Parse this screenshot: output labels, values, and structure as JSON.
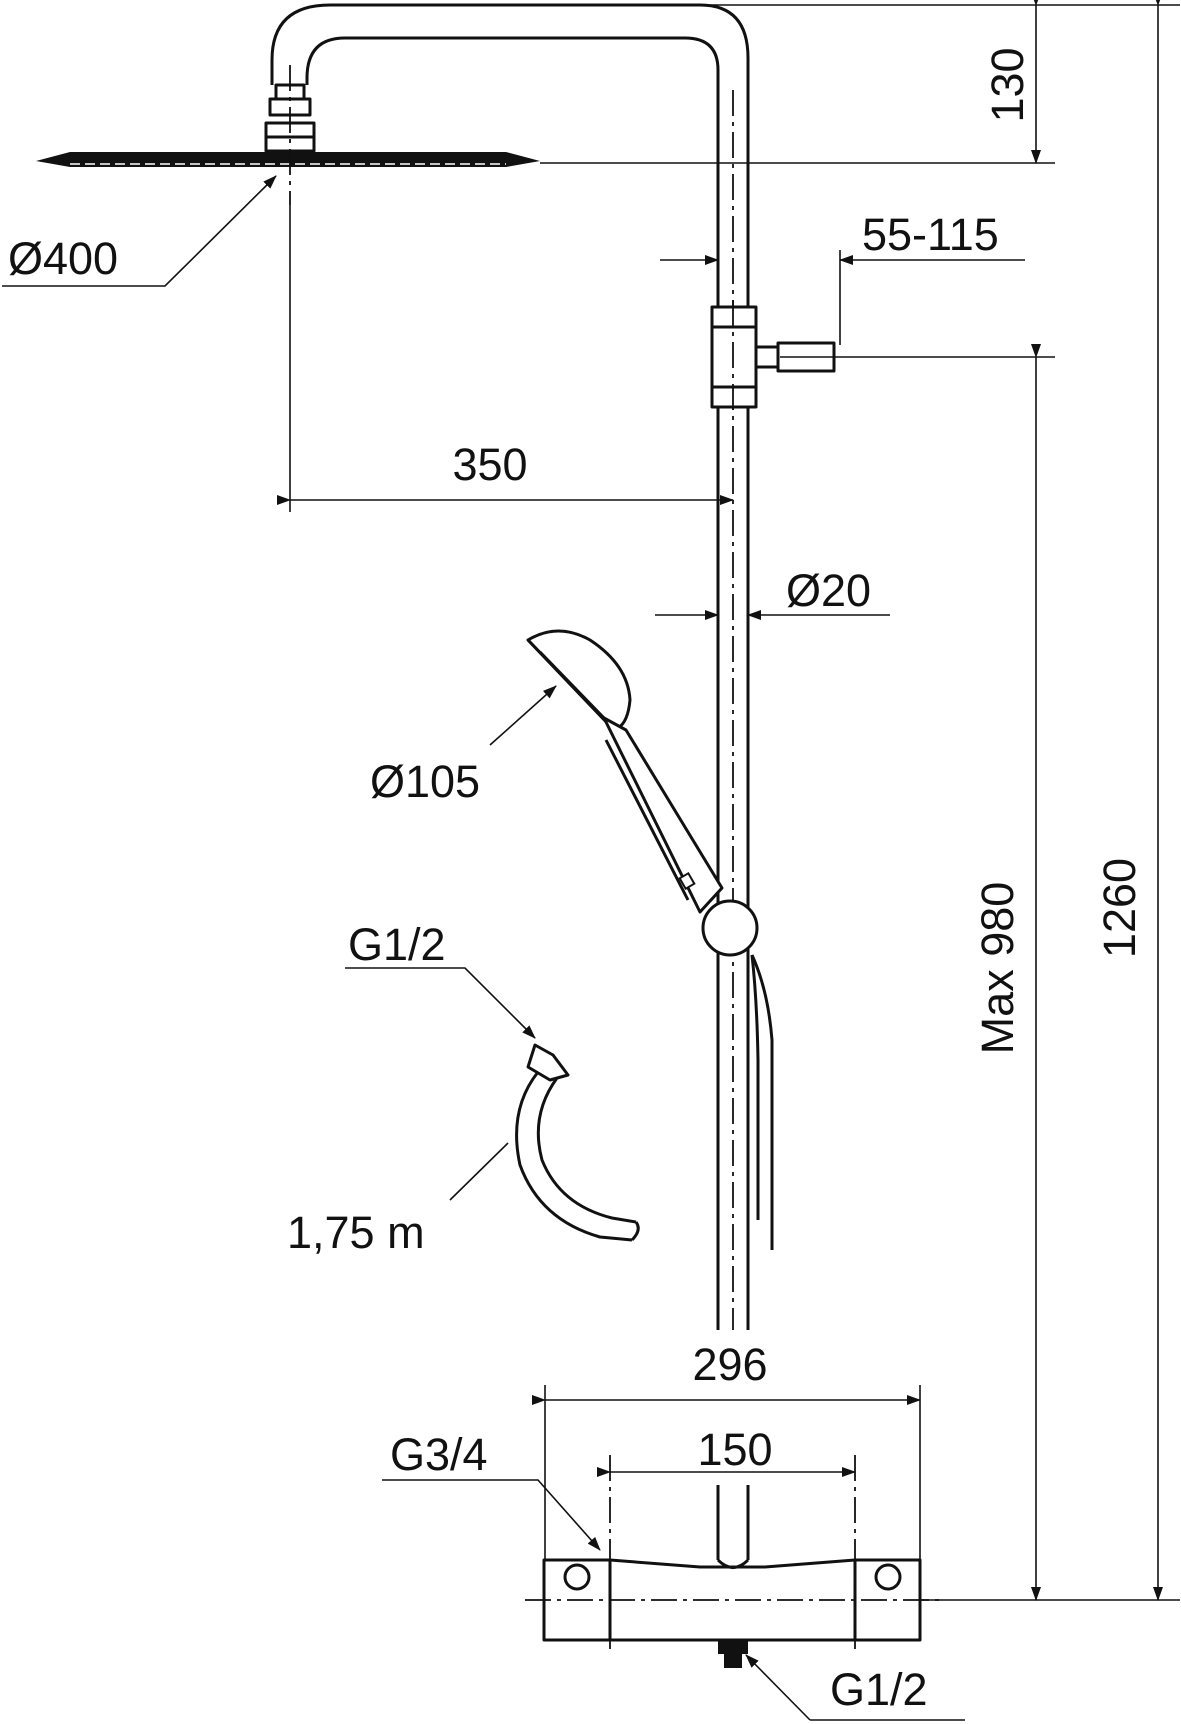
{
  "dimensions": {
    "head_diameter": "Ø400",
    "arm_height": "130",
    "wall_bracket": "55-115",
    "arm_reach": "350",
    "pipe_diameter": "Ø20",
    "hand_shower_diameter": "Ø105",
    "hose_connection": "G1/2",
    "hose_length": "1,75 m",
    "mixer_width": "296",
    "inlet_centres": "150",
    "inlet_thread": "G3/4",
    "outlet_thread": "G1/2",
    "max_height": "Max 980",
    "total_height": "1260"
  }
}
